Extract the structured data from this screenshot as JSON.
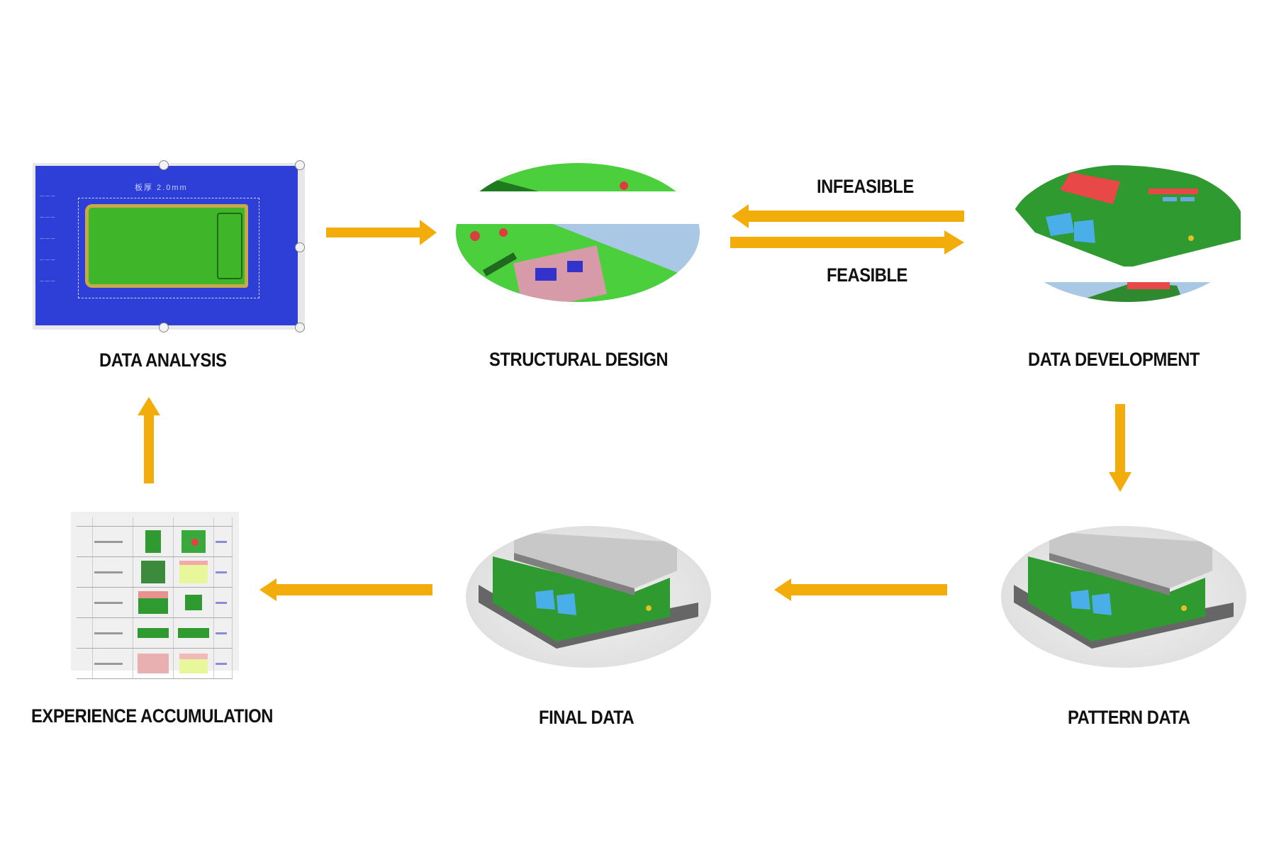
{
  "diagram": {
    "title": "Design data workflow",
    "accent_color": "#f2ad0b",
    "nodes": [
      {
        "id": "data-analysis",
        "label": "DATA ANALYSIS",
        "image": "blue CAD panel analysis screenshot"
      },
      {
        "id": "structural-design",
        "label": "STRUCTURAL DESIGN",
        "image": "green PCB-like structure (split ellipse)"
      },
      {
        "id": "data-development",
        "label": "DATA DEVELOPMENT",
        "image": "green mold assembly 3D model (split ellipse)"
      },
      {
        "id": "pattern-data",
        "label": "PATTERN DATA",
        "image": "mold assembly 3D model on grey base"
      },
      {
        "id": "final-data",
        "label": "FINAL DATA",
        "image": "mold assembly 3D model on grey base"
      },
      {
        "id": "experience-accumulation",
        "label": "EXPERIENCE ACCUMULATION",
        "image": "table of case images"
      }
    ],
    "edges": [
      {
        "from": "data-analysis",
        "to": "structural-design",
        "label": ""
      },
      {
        "from": "data-development",
        "to": "structural-design",
        "label": "INFEASIBLE"
      },
      {
        "from": "structural-design",
        "to": "data-development",
        "label": "FEASIBLE"
      },
      {
        "from": "data-development",
        "to": "pattern-data",
        "label": ""
      },
      {
        "from": "pattern-data",
        "to": "final-data",
        "label": ""
      },
      {
        "from": "final-data",
        "to": "experience-accumulation",
        "label": ""
      },
      {
        "from": "experience-accumulation",
        "to": "data-analysis",
        "label": ""
      }
    ]
  },
  "panel": {
    "analysis_title": "板厚 2.0mm"
  }
}
